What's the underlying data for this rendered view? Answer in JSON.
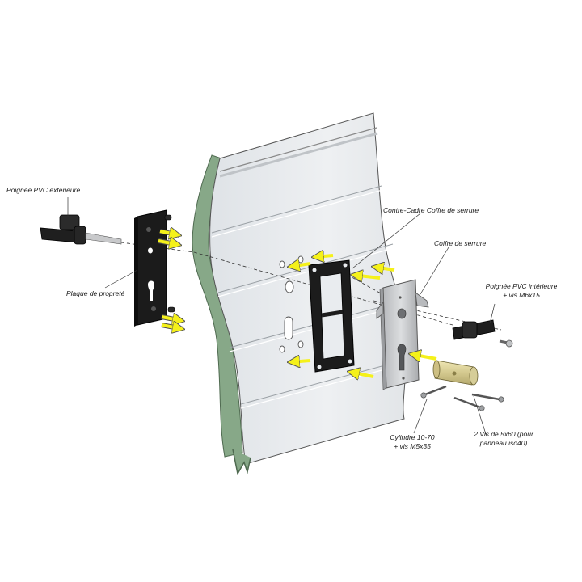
{
  "labels": {
    "poignee_ext": "Poignée PVC extérieure",
    "plaque": "Plaque de propreté",
    "contre_cadre": "Contre-Cadre Coffre de serrure",
    "coffre": "Coffre de serrure",
    "poignee_int_l1": "Poignée PVC intérieure",
    "poignee_int_l2": "+ vis M6x15",
    "vis_l1": "2 Vis de 5x60 (pour",
    "vis_l2": "panneau iso40)",
    "cylindre_l1": "Cylindre 10-70",
    "cylindre_l2": "+ vis M5x35"
  },
  "colors": {
    "panel": "#e9ecef",
    "panel_edge": "#7e9f80",
    "arrow": "#f5f11a",
    "part_dark": "#1c1c1c",
    "coffre_metal": "#c9cbce",
    "cylinder": "#d8cf9a"
  }
}
